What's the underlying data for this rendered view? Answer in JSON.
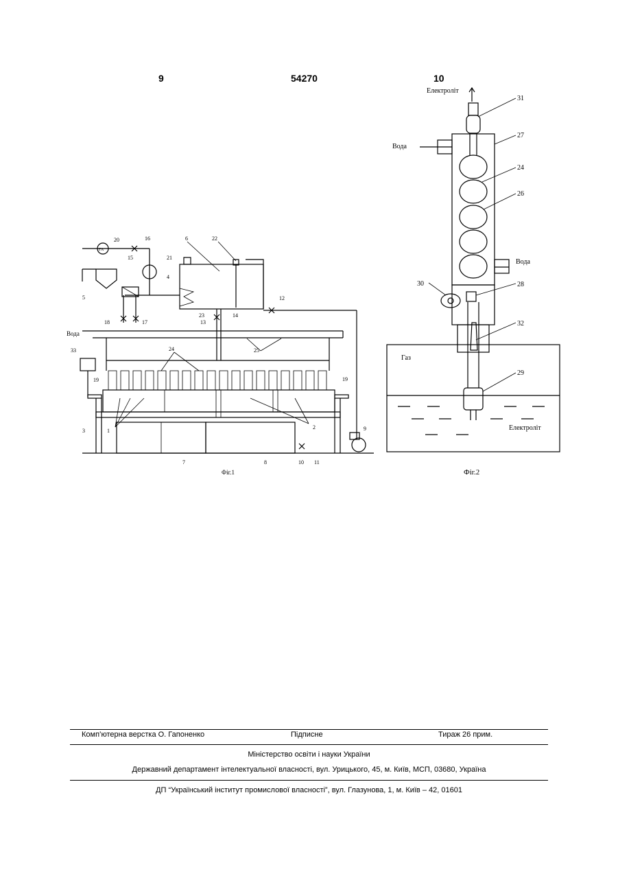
{
  "header": {
    "page_left": "9",
    "patent_number": "54270",
    "page_right": "10"
  },
  "fig1": {
    "caption": "Фіг.1",
    "labels": {
      "voda": "Вода",
      "l1": "1",
      "l2": "2",
      "l3": "3",
      "l4": "4",
      "l5": "5",
      "l6": "6",
      "l7": "7",
      "l8": "8",
      "l9": "9",
      "l10": "10",
      "l11": "11",
      "l12": "12",
      "l13": "13",
      "l14": "14",
      "l15": "15",
      "l16": "16",
      "l17": "17",
      "l18": "18",
      "l19a": "19",
      "l19b": "19",
      "l20": "20",
      "l21": "21",
      "l22": "22",
      "l23": "23",
      "l24": "24",
      "l25": "25",
      "l33": "33",
      "ga": "ГА"
    }
  },
  "fig2": {
    "caption": "Фіг.2",
    "labels": {
      "electrolyte_top": "Електроліт",
      "voda_left": "Вода",
      "voda_right": "Вода",
      "gaz": "Газ",
      "electrolyte_bottom": "Електроліт",
      "l24": "24",
      "l26": "26",
      "l27": "27",
      "l28": "28",
      "l29": "29",
      "l30": "30",
      "l31": "31",
      "l32": "32"
    }
  },
  "footer": {
    "typesetting": "Комп’ютерна верстка О. Гапоненко",
    "signed": "Підписне",
    "circulation": "Тираж 26 прим.",
    "ministry": "Міністерство освіти і науки України",
    "department": "Державний департамент інтелектуальної власності, вул. Урицького, 45, м. Київ, МСП, 03680, Україна",
    "institute": "ДП “Український інститут промислової власності”, вул. Глазунова, 1, м. Київ – 42, 01601"
  }
}
